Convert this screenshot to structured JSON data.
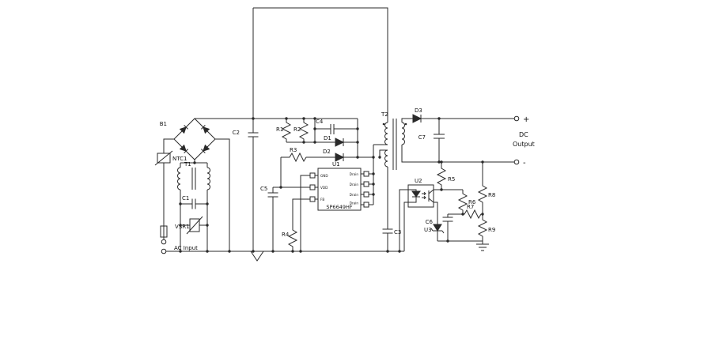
{
  "schematic": {
    "input_label": "AC Input",
    "output": {
      "line1": "DC",
      "line2": "Output",
      "plus": "+",
      "minus": "-"
    },
    "components": {
      "b1": "B1",
      "ntc1": "NTC1",
      "t1": "T1",
      "c1": "C1",
      "vsr1": "VSR1",
      "c2": "C2",
      "r1": "R1",
      "r2": "R2",
      "c4": "C4",
      "d1": "D1",
      "r3": "R3",
      "d2": "D2",
      "u1": "U1",
      "u1_part": "SP6649HF",
      "c5": "C5",
      "r4": "R4",
      "c3": "C3",
      "t2": "T2",
      "d3": "D3",
      "c7": "C7",
      "u2": "U2",
      "r5": "R5",
      "r6": "R6",
      "r7": "R7",
      "r8": "R8",
      "r9": "R9",
      "c6": "C6",
      "u3": "U3"
    },
    "u1_pins": {
      "left": [
        "GND",
        "VDD",
        "FB"
      ],
      "right": [
        "Drain",
        "Drain",
        "Drain",
        "Drain"
      ]
    },
    "colors": {
      "wire": "#2a2a2a",
      "background": "#ffffff"
    }
  }
}
